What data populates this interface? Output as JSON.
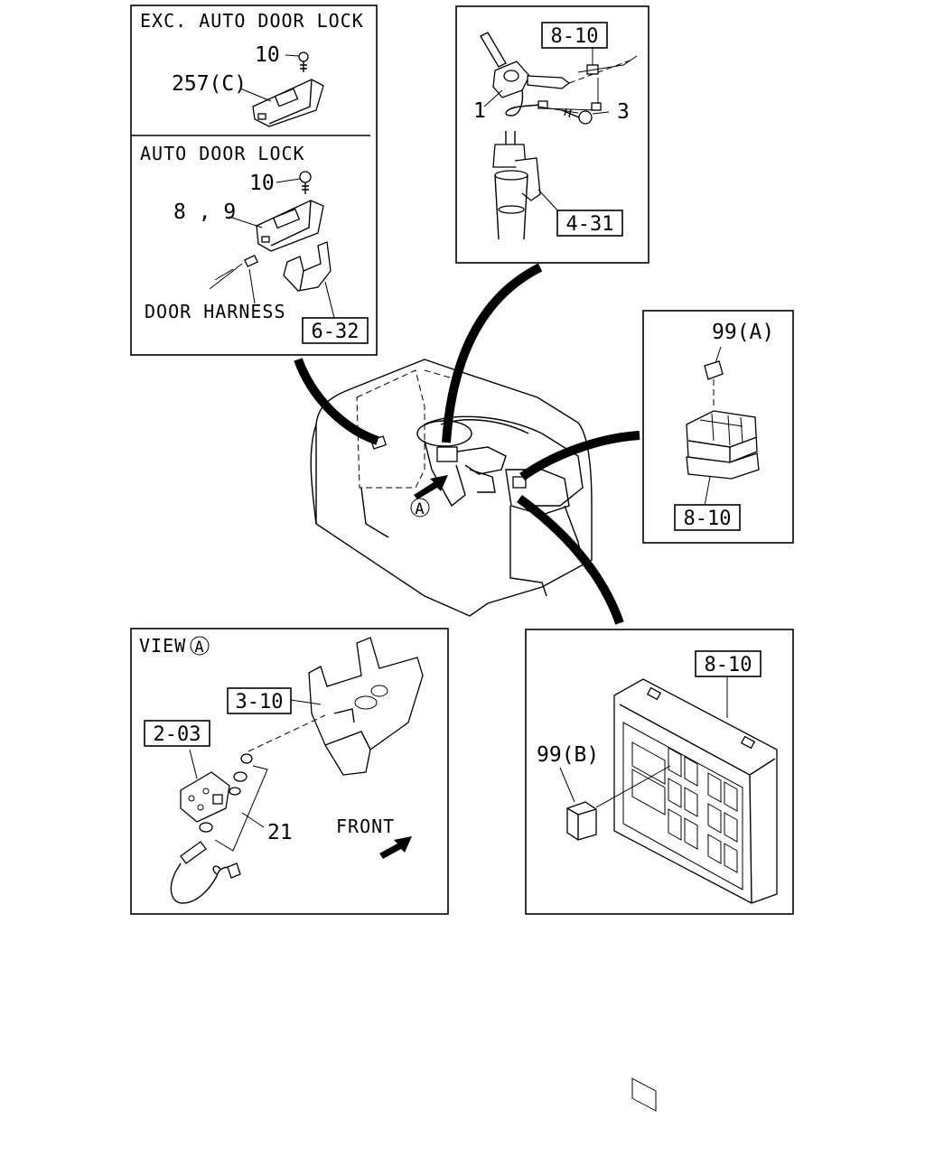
{
  "panels": {
    "top_left": {
      "heading_exc": "EXC. AUTO DOOR LOCK",
      "heading_auto": "AUTO DOOR LOCK",
      "callout_10_a": "10",
      "callout_257c": "257(C)",
      "callout_10_b": "10",
      "callout_8_9": "8 , 9",
      "door_harness": "DOOR HARNESS",
      "ref_6_32": "6-32"
    },
    "top_center": {
      "ref_8_10": "8-10",
      "callout_1": "1",
      "callout_3": "3",
      "ref_4_31": "4-31"
    },
    "right_middle": {
      "callout_99a": "99(A)",
      "ref_8_10": "8-10"
    },
    "bottom_left": {
      "view_label": "VIEW",
      "view_marker": "A",
      "ref_3_10": "3-10",
      "ref_2_03": "2-03",
      "callout_21": "21",
      "front_label": "FRONT"
    },
    "bottom_right": {
      "ref_8_10": "8-10",
      "callout_99b": "99(B)"
    },
    "center": {
      "view_marker": "A"
    }
  },
  "icons": [
    "front-arrow-icon",
    "view-arrow-icon",
    "circled-a-icon"
  ],
  "colors": {
    "line": "#000000",
    "background": "#ffffff"
  }
}
